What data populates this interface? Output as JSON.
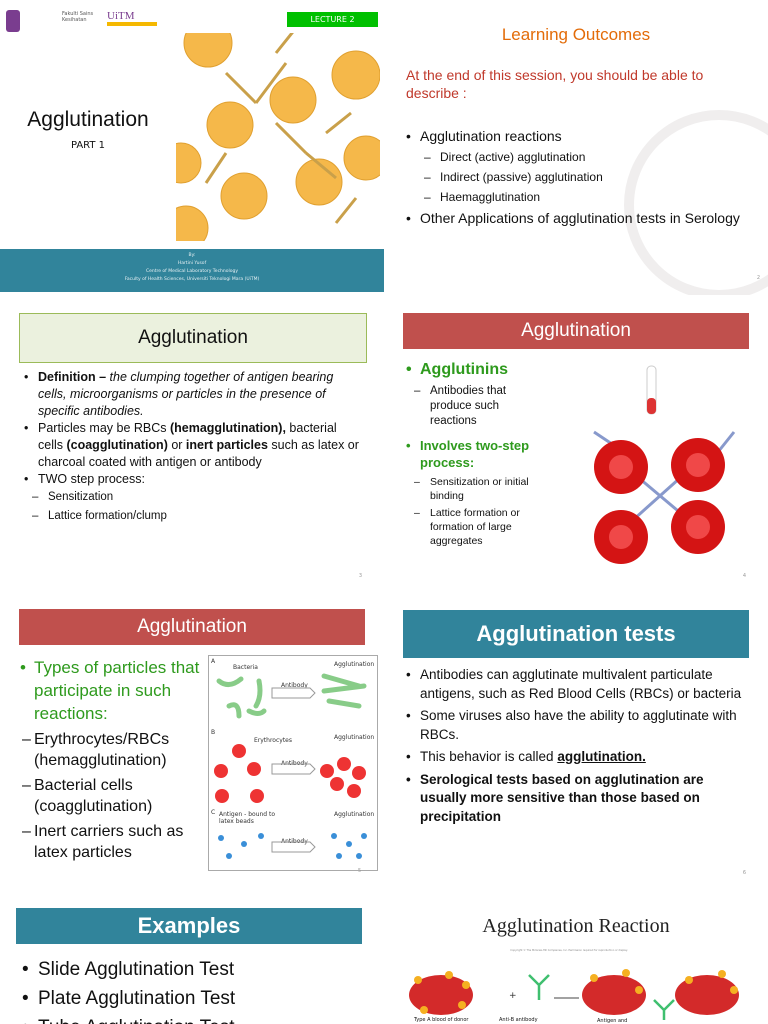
{
  "slide1": {
    "lecture": "LECTURE 2",
    "title": "Agglutination",
    "subtitle": "PART 1",
    "logo_text": "Fakulti Sains Kesihatan",
    "logo2": "UiTM",
    "credits": [
      "By:",
      "Hartini Yusof",
      "Centre of Medical Laboratory Technology",
      "Faculty of Health Sciences, Universiti Teknologi Mara (UiTM)"
    ]
  },
  "slide2": {
    "title": "Learning Outcomes",
    "intro": "At the end of this session, you should be able to describe :",
    "items": [
      {
        "text": "Agglutination reactions",
        "sub": [
          "Direct (active) agglutination",
          "Indirect (passive) agglutination",
          "Haemagglutination"
        ]
      },
      {
        "text": "Other Applications of agglutination tests in Serology"
      }
    ],
    "page": "2"
  },
  "slide3": {
    "title": "Agglutination",
    "def_label": "Definition –",
    "def_text": "the clumping together of antigen bearing cells, microorganisms or particles in the presence of specific antibodies.",
    "p2a": "Particles may be RBCs ",
    "p2b": "(hemagglutination),",
    "p2c": " bacterial cells ",
    "p2d": "(coagglutination)",
    "p2e": " or ",
    "p2f": "inert particles",
    "p2g": " such as latex or charcoal coated with antigen or antibody",
    "p3": "TWO step process:",
    "sub": [
      "Sensitization",
      "Lattice formation/clump"
    ],
    "page": "3"
  },
  "slide4": {
    "title": "Agglutination",
    "h1": "Agglutinins",
    "h1sub": [
      "Antibodies that produce such reactions"
    ],
    "h2": "Involves two-step process:",
    "h2sub": [
      "Sensitization or initial binding",
      "Lattice formation or formation of large aggregates"
    ],
    "page": "4"
  },
  "slide5": {
    "title": "Agglutination",
    "heading": "Types of particles that participate in such reactions:",
    "items": [
      "Erythrocytes/RBCs (hemagglutination)",
      "Bacterial cells (coagglutination)",
      "Inert carriers such as latex particles"
    ],
    "figure": {
      "a": "A",
      "a_label": "Bacteria",
      "b": "B",
      "b_label": "Erythrocytes",
      "c": "C",
      "c_label": "Antigen - bound to latex beads",
      "arrow": "Antibody",
      "result": "Agglutination"
    },
    "page": "5"
  },
  "slide6": {
    "title": "Agglutination tests",
    "items": [
      "Antibodies can agglutinate multivalent particulate antigens, such as Red Blood Cells (RBCs) or bacteria",
      "Some viruses also have the ability to agglutinate with RBCs."
    ],
    "p3a": "This behavior is called ",
    "p3b": "agglutination.",
    "p4": "Serological tests based on agglutination are usually more sensitive than those based on precipitation",
    "page": "6"
  },
  "slide7": {
    "title": "Examples",
    "items": [
      "Slide Agglutination Test",
      "Plate Agglutination Test",
      "Tube Agglutination Test"
    ]
  },
  "slide8": {
    "title": "Agglutination Reaction",
    "copyright": "Copyright © The McGraw-Hill Companies, Inc. Permission required for reproduction or display.",
    "labels": [
      "Type A blood of donor",
      "Anti-B antibody",
      "Antigen and"
    ]
  },
  "colors": {
    "green": "#00c000",
    "teal": "#31849b",
    "red": "#c0504d",
    "orange": "#e36c09",
    "darkred": "#c0392b",
    "lightgreen": "#ebf1de",
    "bullet_green": "#2e9a1d"
  }
}
